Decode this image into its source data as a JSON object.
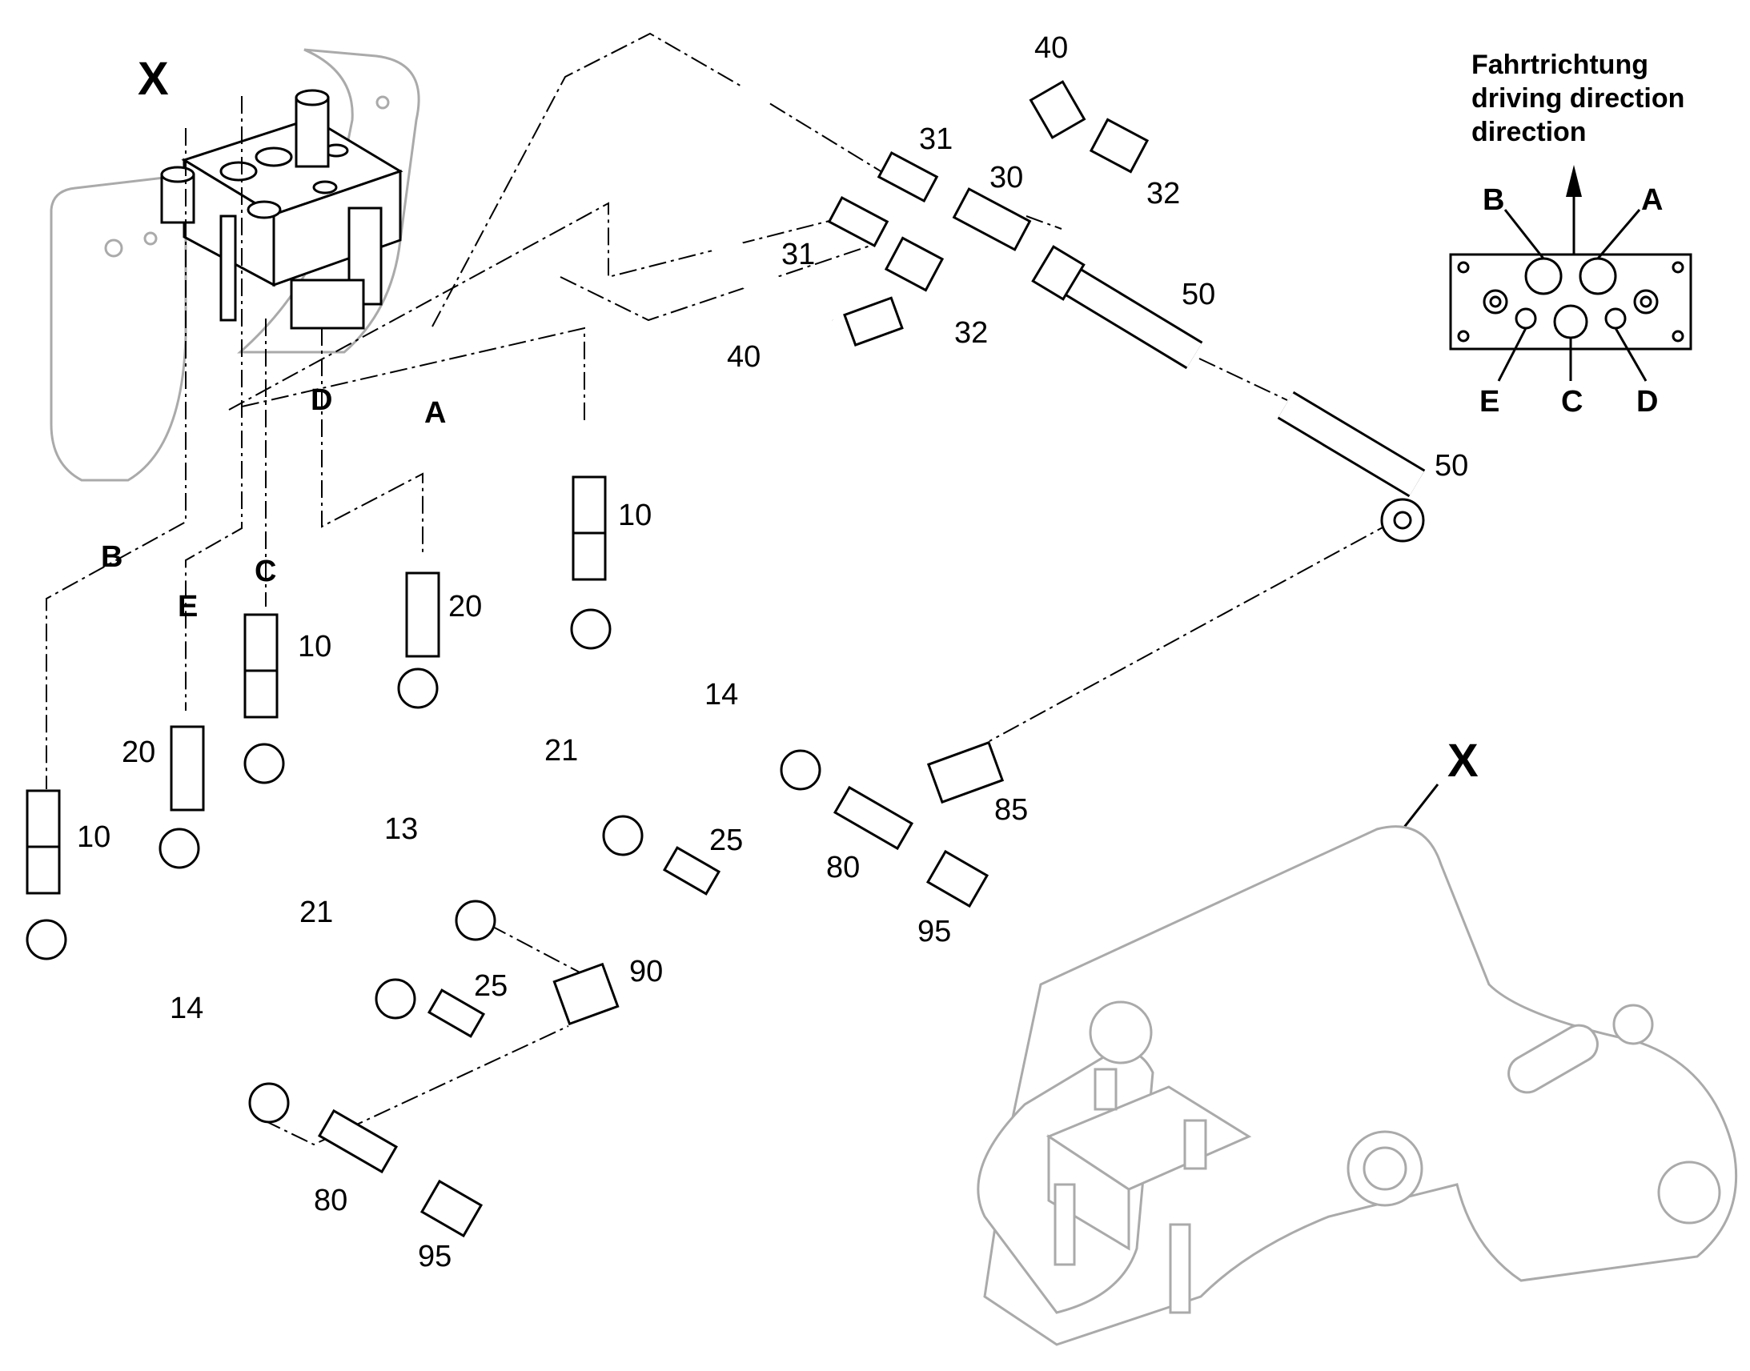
{
  "direction_box": {
    "line1": "Fahrtrichtung",
    "line2": "driving direction",
    "line3": "direction",
    "ports": {
      "A": "A",
      "B": "B",
      "C": "C",
      "D": "D",
      "E": "E"
    }
  },
  "view_marks": {
    "detail": "X",
    "overview": "X"
  },
  "connection_letters": {
    "A": "A",
    "B": "B",
    "C": "C",
    "D": "D",
    "E": "E"
  },
  "part_numbers": {
    "p10a": "10",
    "p10b": "10",
    "p10c": "10",
    "p13": "13",
    "p14a": "14",
    "p14b": "14",
    "p20a": "20",
    "p20b": "20",
    "p21a": "21",
    "p21b": "21",
    "p25a": "25",
    "p25b": "25",
    "p30": "30",
    "p31a": "31",
    "p31b": "31",
    "p32a": "32",
    "p32b": "32",
    "p40a": "40",
    "p40b": "40",
    "p50a": "50",
    "p50b": "50",
    "p80a": "80",
    "p80b": "80",
    "p85": "85",
    "p90": "90",
    "p95a": "95",
    "p95b": "95"
  }
}
